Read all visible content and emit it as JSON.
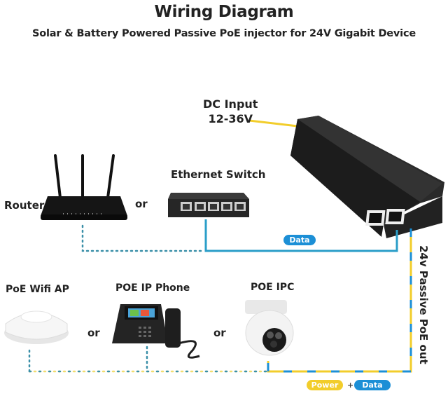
{
  "header": {
    "title": "Wiring Diagram",
    "subtitle": "Solar & Battery Powered Passive PoE injector for 24V Gigabit Device"
  },
  "injector": {
    "input_label_line1": "DC Input",
    "input_label_line2": "12-36V",
    "output_label": "24v Passive PoE out"
  },
  "source_devices": {
    "router": "Router",
    "or": "or",
    "switch": "Ethernet Switch",
    "data_badge": "Data"
  },
  "powered_devices": {
    "ap": "PoE Wifi AP",
    "or1": "or",
    "phone": "POE IP Phone",
    "or2": "or",
    "camera": "POE IPC"
  },
  "legend": {
    "power": "Power",
    "plus": "+",
    "data": "Data"
  },
  "colors": {
    "data": "#1c8fd6",
    "power": "#f2cd2b",
    "device": "#1e1e1e"
  }
}
